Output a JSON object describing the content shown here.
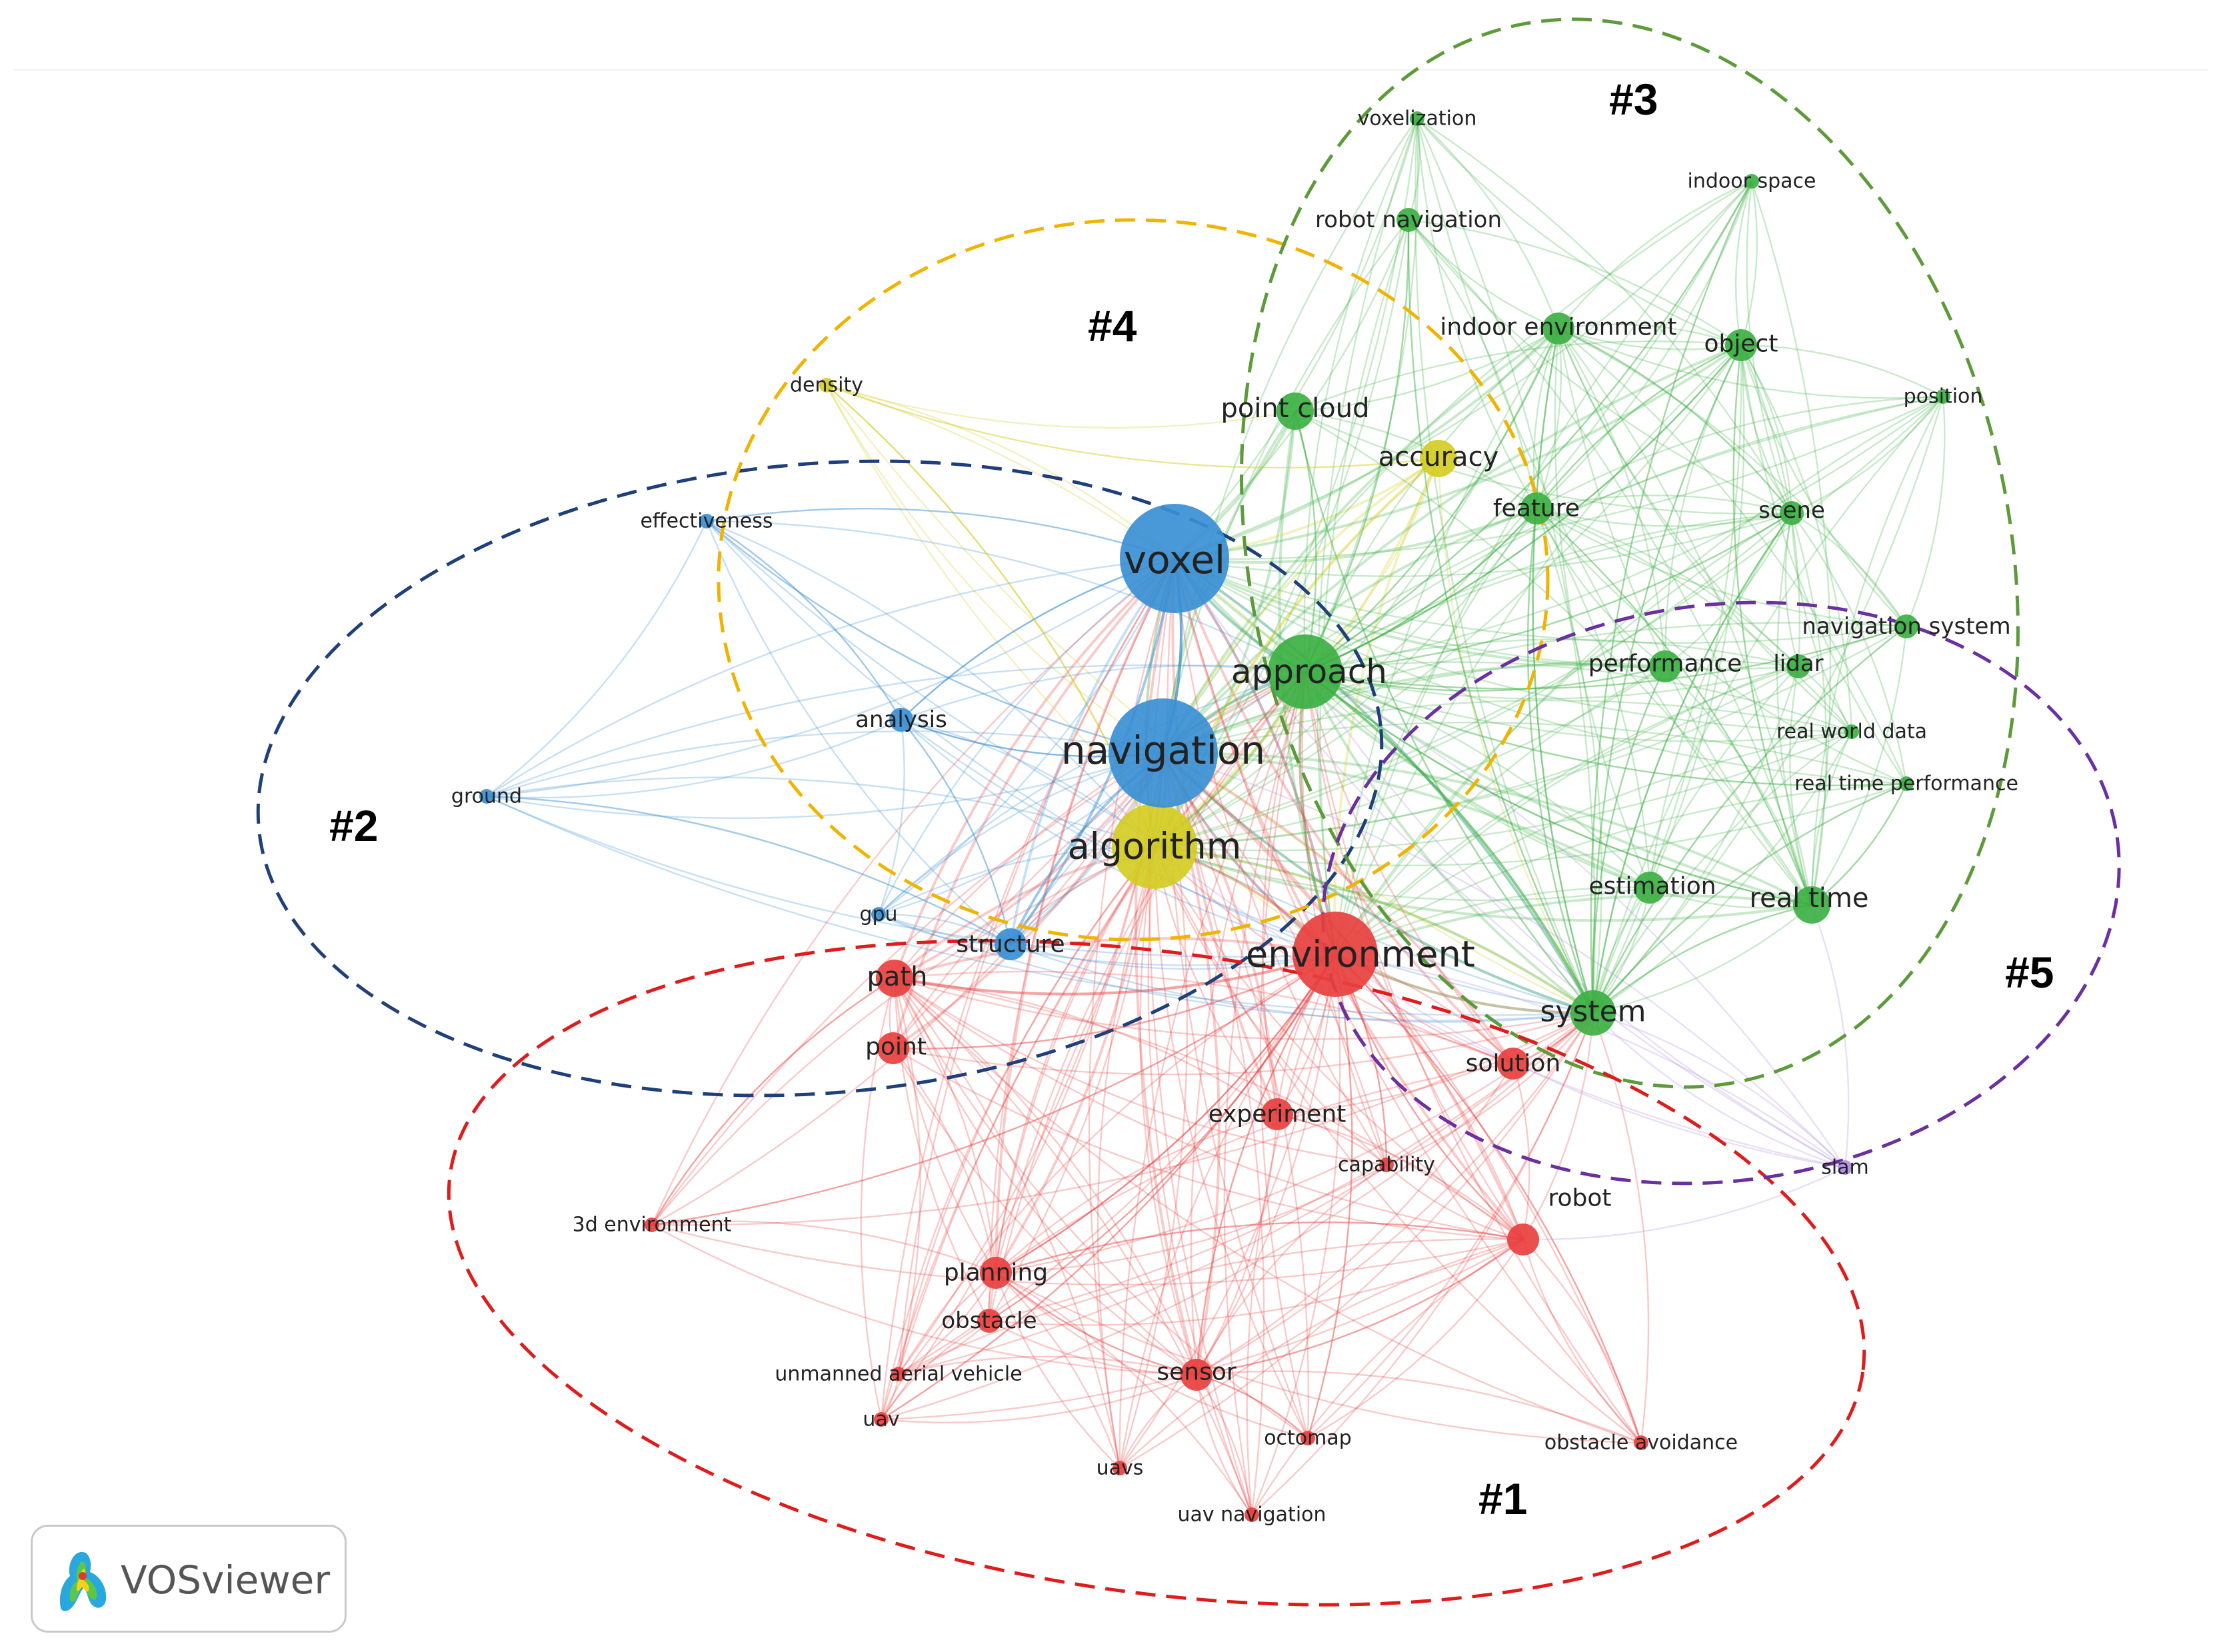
{
  "app": {
    "name": "VOSviewer"
  },
  "colors": {
    "red": "#e8403f",
    "blue": "#3a8fd4",
    "green": "#3cb043",
    "yellow": "#d4cd24",
    "purple": "#b08cdd",
    "cluster1_outline": "#e01b1b",
    "cluster2_outline": "#1f3f7a",
    "cluster3_outline": "#5c9a3a",
    "cluster4_outline": "#f0b400",
    "cluster5_outline": "#6a2fa0"
  },
  "clusters": [
    {
      "id": "c1",
      "label": "#1",
      "color": "red"
    },
    {
      "id": "c2",
      "label": "#2",
      "color": "blue"
    },
    {
      "id": "c3",
      "label": "#3",
      "color": "green"
    },
    {
      "id": "c4",
      "label": "#4",
      "color": "yellow"
    },
    {
      "id": "c5",
      "label": "#5",
      "color": "purple"
    }
  ],
  "nodes": [
    {
      "id": "voxel",
      "label": "voxel",
      "cluster": "blue",
      "weight": 10
    },
    {
      "id": "navigation",
      "label": "navigation",
      "cluster": "blue",
      "weight": 10
    },
    {
      "id": "algorithm",
      "label": "algorithm",
      "cluster": "yellow",
      "weight": 9
    },
    {
      "id": "environment",
      "label": "environment",
      "cluster": "red",
      "weight": 9
    },
    {
      "id": "approach",
      "label": "approach",
      "cluster": "green",
      "weight": 8
    },
    {
      "id": "system",
      "label": "system",
      "cluster": "green",
      "weight": 6
    },
    {
      "id": "real_time",
      "label": "real time",
      "cluster": "green",
      "weight": 4
    },
    {
      "id": "path",
      "label": "path",
      "cluster": "red",
      "weight": 4
    },
    {
      "id": "point_cloud",
      "label": "point cloud",
      "cluster": "green",
      "weight": 4
    },
    {
      "id": "accuracy",
      "label": "accuracy",
      "cluster": "yellow",
      "weight": 4
    },
    {
      "id": "structure",
      "label": "structure",
      "cluster": "blue",
      "weight": 3
    },
    {
      "id": "sensor",
      "label": "sensor",
      "cluster": "red",
      "weight": 3
    },
    {
      "id": "performance",
      "label": "performance",
      "cluster": "green",
      "weight": 3
    },
    {
      "id": "estimation",
      "label": "estimation",
      "cluster": "green",
      "weight": 3
    },
    {
      "id": "experiment",
      "label": "experiment",
      "cluster": "red",
      "weight": 3
    },
    {
      "id": "planning",
      "label": "planning",
      "cluster": "red",
      "weight": 3
    },
    {
      "id": "point",
      "label": "point",
      "cluster": "red",
      "weight": 3
    },
    {
      "id": "robot",
      "label": "robot",
      "cluster": "red",
      "weight": 3
    },
    {
      "id": "solution",
      "label": "solution",
      "cluster": "red",
      "weight": 3
    },
    {
      "id": "obstacle",
      "label": "obstacle",
      "cluster": "red",
      "weight": 2
    },
    {
      "id": "feature",
      "label": "feature",
      "cluster": "green",
      "weight": 3
    },
    {
      "id": "scene",
      "label": "scene",
      "cluster": "green",
      "weight": 2
    },
    {
      "id": "object",
      "label": "object",
      "cluster": "green",
      "weight": 3
    },
    {
      "id": "indoor_environment",
      "label": "indoor environment",
      "cluster": "green",
      "weight": 3
    },
    {
      "id": "robot_navigation",
      "label": "robot navigation",
      "cluster": "green",
      "weight": 2
    },
    {
      "id": "lidar",
      "label": "lidar",
      "cluster": "green",
      "weight": 2
    },
    {
      "id": "navigation_system",
      "label": "navigation system",
      "cluster": "green",
      "weight": 2
    },
    {
      "id": "real_world_data",
      "label": "real world data",
      "cluster": "green",
      "weight": 1
    },
    {
      "id": "real_time_performance",
      "label": "real time performance",
      "cluster": "green",
      "weight": 1
    },
    {
      "id": "position",
      "label": "position",
      "cluster": "green",
      "weight": 1
    },
    {
      "id": "indoor_space",
      "label": "indoor space",
      "cluster": "green",
      "weight": 1
    },
    {
      "id": "voxelization",
      "label": "voxelization",
      "cluster": "green",
      "weight": 1
    },
    {
      "id": "density",
      "label": "density",
      "cluster": "yellow",
      "weight": 1
    },
    {
      "id": "effectiveness",
      "label": "effectiveness",
      "cluster": "blue",
      "weight": 1
    },
    {
      "id": "analysis",
      "label": "analysis",
      "cluster": "blue",
      "weight": 2
    },
    {
      "id": "ground",
      "label": "ground",
      "cluster": "blue",
      "weight": 1
    },
    {
      "id": "gpu",
      "label": "gpu",
      "cluster": "blue",
      "weight": 1
    },
    {
      "id": "capability",
      "label": "capability",
      "cluster": "red",
      "weight": 1
    },
    {
      "id": "slam",
      "label": "slam",
      "cluster": "purple",
      "weight": 1
    },
    {
      "id": "3d_environment",
      "label": "3d environment",
      "cluster": "red",
      "weight": 1
    },
    {
      "id": "unmanned_aerial_vehicle",
      "label": "unmanned aerial vehicle",
      "cluster": "red",
      "weight": 1
    },
    {
      "id": "uav",
      "label": "uav",
      "cluster": "red",
      "weight": 1
    },
    {
      "id": "uavs",
      "label": "uavs",
      "cluster": "red",
      "weight": 1
    },
    {
      "id": "octomap",
      "label": "octomap",
      "cluster": "red",
      "weight": 1
    },
    {
      "id": "uav_navigation",
      "label": "uav navigation",
      "cluster": "red",
      "weight": 1
    },
    {
      "id": "obstacle_avoidance",
      "label": "obstacle avoidance",
      "cluster": "red",
      "weight": 1
    }
  ]
}
